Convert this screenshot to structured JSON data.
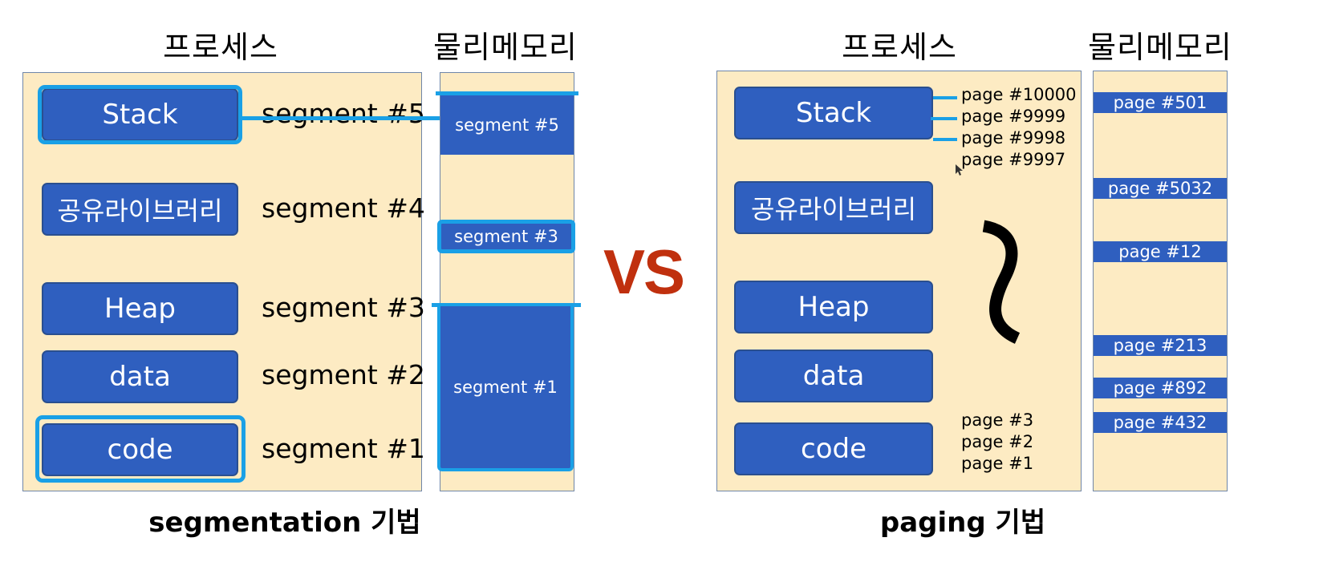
{
  "left": {
    "process_title": "프로세스",
    "memory_title": "물리메모리",
    "blocks": [
      "Stack",
      "공유라이브러리",
      "Heap",
      "data",
      "code"
    ],
    "segment_labels": [
      "segment #5",
      "segment #4",
      "segment #3",
      "segment #2",
      "segment #1"
    ],
    "memory_segments": [
      "segment #5",
      "segment #3",
      "segment #1"
    ],
    "caption": "segmentation 기법"
  },
  "vs": "VS",
  "right": {
    "process_title": "프로세스",
    "memory_title": "물리메모리",
    "blocks": [
      "Stack",
      "공유라이브러리",
      "Heap",
      "data",
      "code"
    ],
    "top_pages": [
      "page #10000",
      "page #9999",
      "page #9998",
      "page #9997"
    ],
    "bottom_pages": [
      "page #3",
      "page #2",
      "page #1"
    ],
    "memory_pages": [
      "page #501",
      "page #5032",
      "page #12",
      "page #213",
      "page #892",
      "page #432"
    ],
    "caption": "paging 기법"
  },
  "colors": {
    "panel": "#fdebc3",
    "block": "#2f5fbf",
    "highlight": "#1aa0e6",
    "vs": "#c0300e"
  }
}
